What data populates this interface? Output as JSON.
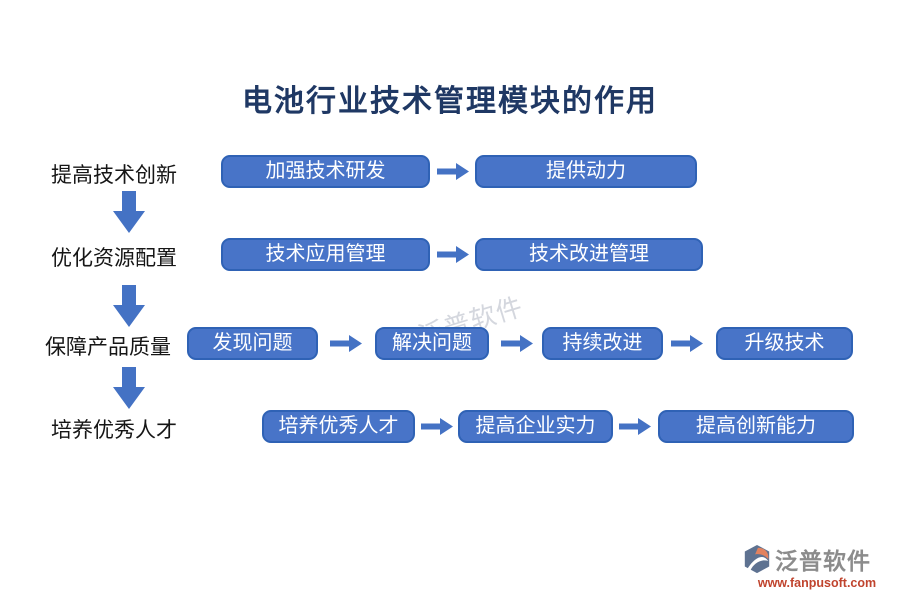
{
  "title": "电池行业技术管理模块的作用",
  "rows": [
    {
      "label": "提高技术创新",
      "boxes": [
        "加强技术研发",
        "提供动力"
      ]
    },
    {
      "label": "优化资源配置",
      "boxes": [
        "技术应用管理",
        "技术改进管理"
      ]
    },
    {
      "label": "保障产品质量",
      "boxes": [
        "发现问题",
        "解决问题",
        "持续改进",
        "升级技术"
      ]
    },
    {
      "label": "培养优秀人才",
      "boxes": [
        "培养优秀人才",
        "提高企业实力",
        "提高创新能力"
      ]
    }
  ],
  "watermark": {
    "text": "泛普软件"
  },
  "footer": {
    "brand": "泛普软件",
    "url": "www.fanpusoft.com"
  },
  "colors": {
    "box_fill": "#4874C8",
    "box_border": "#2F62B5",
    "arrow_blue": "#4472C4",
    "title_navy": "#1F3864",
    "brand_grey": "#8C8C8C",
    "url_red": "#C0442E"
  }
}
